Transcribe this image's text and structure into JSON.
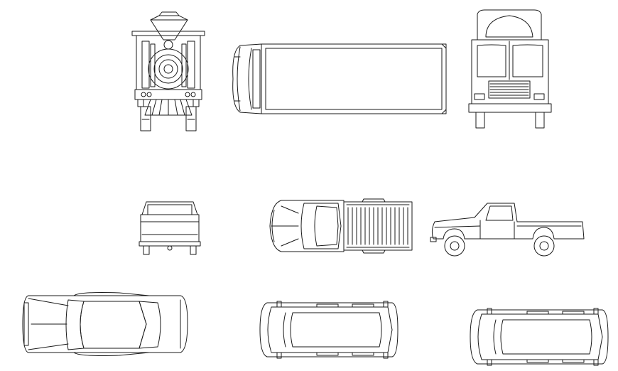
{
  "drawing": {
    "background": "#ffffff",
    "line_color": "#1a1a1a",
    "blocks": [
      {
        "id": "locomotive",
        "view": "front"
      },
      {
        "id": "truck",
        "view": "top"
      },
      {
        "id": "truck",
        "view": "front"
      },
      {
        "id": "pickup",
        "view": "rear"
      },
      {
        "id": "pickup",
        "view": "top"
      },
      {
        "id": "pickup",
        "view": "side"
      },
      {
        "id": "sedan",
        "view": "top"
      },
      {
        "id": "station-wagon",
        "view": "top"
      },
      {
        "id": "station-wagon",
        "view": "top"
      }
    ]
  }
}
